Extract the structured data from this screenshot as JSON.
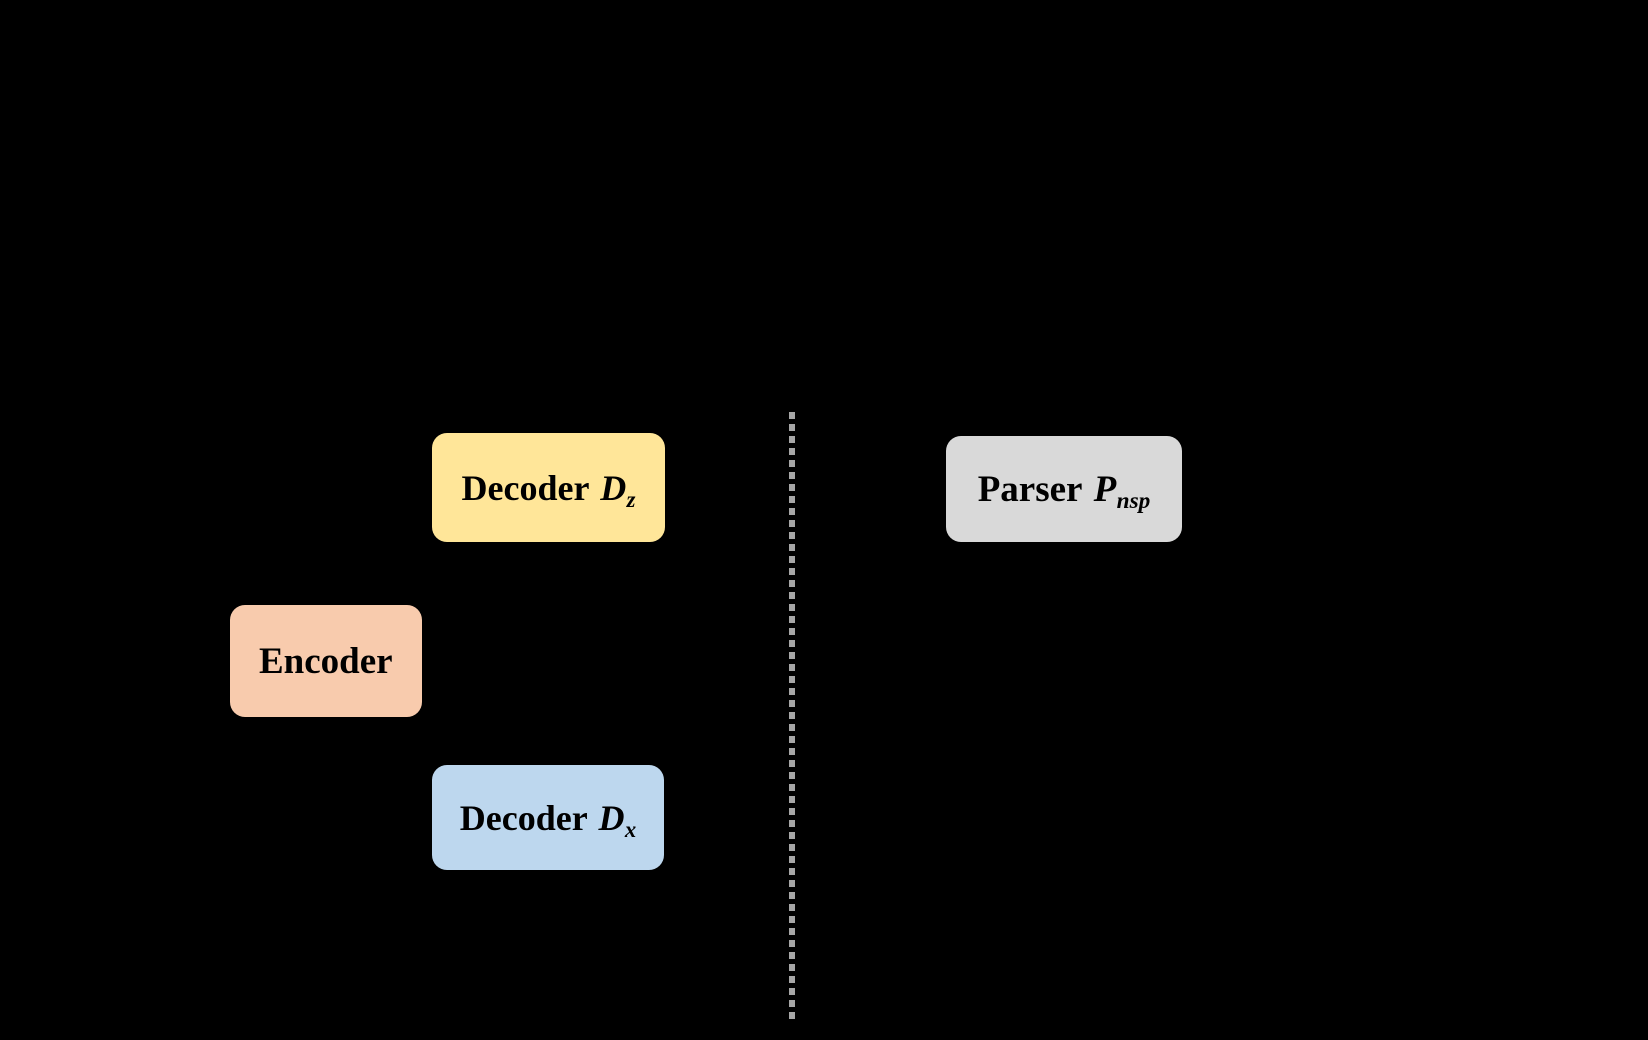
{
  "canvas": {
    "background": "#000000",
    "text_color": "#000000"
  },
  "boxes": [
    {
      "name": "decoder-z",
      "label": "Decoder",
      "symbol": "D",
      "subscript": "z",
      "fill": "#FFE699"
    },
    {
      "name": "encoder",
      "label": "Encoder",
      "symbol": "",
      "subscript": "",
      "fill": "#F8CBAD"
    },
    {
      "name": "decoder-x",
      "label": "Decoder",
      "symbol": "D",
      "subscript": "x",
      "fill": "#BDD7EE"
    },
    {
      "name": "parser",
      "label": "Parser",
      "symbol": "P",
      "subscript": "nsp",
      "fill": "#D9D9D9"
    }
  ],
  "divider": {
    "color": "#A6A6A6",
    "style": "dashed-vertical"
  }
}
